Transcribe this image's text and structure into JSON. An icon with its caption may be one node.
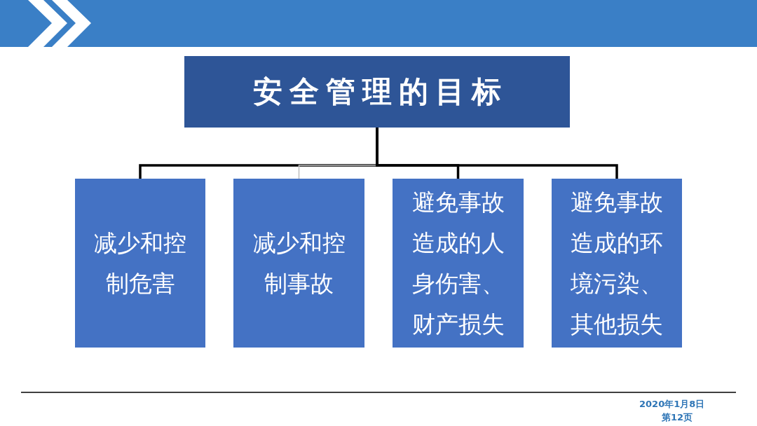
{
  "diagram": {
    "nodes": [
      {
        "text": [
          "安全管理的目标"
        ]
      },
      {
        "text": [
          "减少和控制危害"
        ]
      },
      {
        "text": [
          "减少和控制事故"
        ]
      },
      {
        "text": [
          "避免事故造成的人身伤害、财产损失"
        ]
      },
      {
        "text": [
          "避免事故造成的环境污染、其他损失"
        ]
      }
    ],
    "edges": [
      {
        "from": 0,
        "to": 1,
        "arrow": "none"
      },
      {
        "from": 0,
        "to": 2,
        "arrow": "none",
        "color": "#bfbfbf"
      },
      {
        "from": 0,
        "to": 3,
        "arrow": "none"
      },
      {
        "from": 0,
        "to": 4,
        "arrow": "none"
      }
    ],
    "labels": [
      "2020年1月8日",
      "第12页"
    ]
  }
}
